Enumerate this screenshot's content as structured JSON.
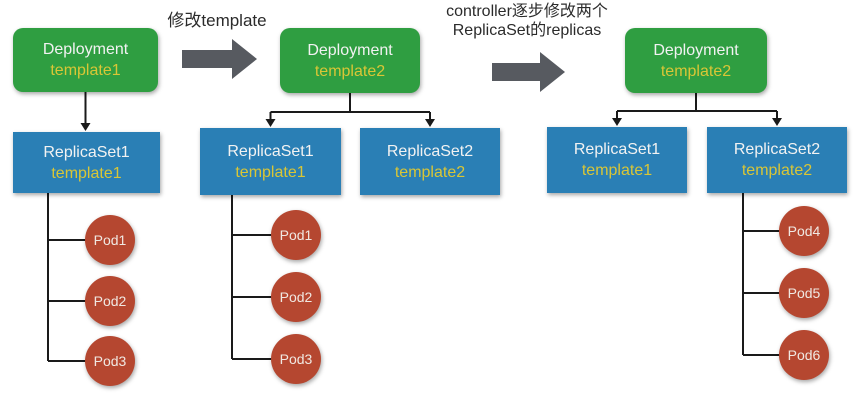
{
  "colors": {
    "deployment_green": "#2f9e41",
    "replicaset_blue": "#2a7fb5",
    "pod_red": "#b54730",
    "big_arrow_gray": "#575a60",
    "node_title_text": "#f2f2f2",
    "template_text_yellow": "#d9c636",
    "connector_black": "#1a1a1a"
  },
  "transitions": [
    {
      "label": "修改template"
    },
    {
      "line1": "controller逐步修改两个",
      "line2": "ReplicaSet的replicas"
    }
  ],
  "stages": [
    {
      "deployment": {
        "name": "Deployment",
        "template": "template1"
      },
      "replicasets": [
        {
          "name": "ReplicaSet1",
          "template": "template1",
          "pods": [
            "Pod1",
            "Pod2",
            "Pod3"
          ]
        }
      ]
    },
    {
      "deployment": {
        "name": "Deployment",
        "template": "template2"
      },
      "replicasets": [
        {
          "name": "ReplicaSet1",
          "template": "template1",
          "pods": [
            "Pod1",
            "Pod2",
            "Pod3"
          ]
        },
        {
          "name": "ReplicaSet2",
          "template": "template2",
          "pods": []
        }
      ]
    },
    {
      "deployment": {
        "name": "Deployment",
        "template": "template2"
      },
      "replicasets": [
        {
          "name": "ReplicaSet1",
          "template": "template1",
          "pods": []
        },
        {
          "name": "ReplicaSet2",
          "template": "template2",
          "pods": [
            "Pod4",
            "Pod5",
            "Pod6"
          ]
        }
      ]
    }
  ]
}
